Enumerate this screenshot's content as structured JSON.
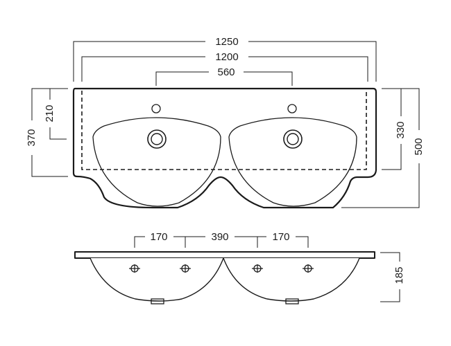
{
  "drawing": {
    "top_view": {
      "dimensions": {
        "overall_width": "1250",
        "inner_width": "1200",
        "tap_spacing": "560",
        "overall_depth": "370",
        "tap_offset": "210",
        "inner_depth": "330",
        "max_depth": "500"
      }
    },
    "front_view": {
      "dimensions": {
        "left_hole_spacing": "170",
        "center_spacing": "390",
        "right_hole_spacing": "170",
        "height": "185"
      }
    }
  }
}
